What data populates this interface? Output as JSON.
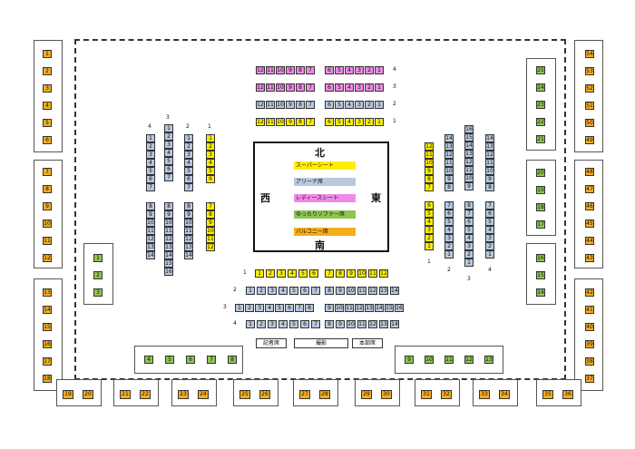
{
  "directions": {
    "north": "北",
    "south": "南",
    "west": "西",
    "east": "東"
  },
  "legend": [
    {
      "label": "スーパーシート",
      "color": "#ffee00"
    },
    {
      "label": "アリーナ席",
      "color": "#b7c9df"
    },
    {
      "label": "レディースシート",
      "color": "#ef8ae6"
    },
    {
      "label": "ゆったりソファー席",
      "color": "#8dc652"
    },
    {
      "label": "バルコニー席",
      "color": "#f5ad1c"
    }
  ],
  "labels": {
    "press": "記者席",
    "photo": "撮影",
    "hq": "本部席"
  },
  "row_numbers": {
    "north_right": [
      "4",
      "3",
      "2",
      "1"
    ],
    "west_top": [
      "4",
      "3",
      "2",
      "1"
    ],
    "east_bottom": [
      "1",
      "2",
      "3",
      "4"
    ],
    "south_left": [
      "1",
      "2",
      "3",
      "4"
    ]
  },
  "north_rows": {
    "left_numbers": [
      "12",
      "11",
      "10",
      "9",
      "8",
      "7"
    ],
    "right_numbers": [
      "6",
      "5",
      "4",
      "3",
      "2",
      "1"
    ]
  },
  "west_blocks": {
    "col4_top": [
      "1",
      "2",
      "3",
      "4",
      "5",
      "6",
      "7"
    ],
    "col4_bottom": [
      "8",
      "9",
      "10",
      "11",
      "12",
      "13",
      "14"
    ],
    "col3_top": [
      "1",
      "2",
      "3",
      "4",
      "5",
      "6",
      "7"
    ],
    "col3_bottom": [
      "8",
      "9",
      "10",
      "11",
      "12",
      "13",
      "14",
      "15",
      "16"
    ],
    "col2_top": [
      "1",
      "2",
      "3",
      "4",
      "5",
      "6",
      "7"
    ],
    "col2_bottom": [
      "8",
      "9",
      "10",
      "11",
      "12",
      "13",
      "14"
    ],
    "col1_top": [
      "1",
      "2",
      "3",
      "4",
      "5",
      "6"
    ],
    "col1_bottom": [
      "7",
      "8",
      "9",
      "10",
      "11",
      "12"
    ]
  },
  "east_blocks": {
    "col1_top": [
      "12",
      "11",
      "10",
      "9",
      "8",
      "7"
    ],
    "col1_bottom": [
      "6",
      "5",
      "4",
      "3",
      "2",
      "1"
    ],
    "col2_top": [
      "14",
      "13",
      "12",
      "11",
      "10",
      "9",
      "8"
    ],
    "col2_bottom": [
      "7",
      "6",
      "5",
      "4",
      "3",
      "2",
      "1"
    ],
    "col3_top": [
      "16",
      "15",
      "14",
      "13",
      "12",
      "11",
      "10",
      "9"
    ],
    "col3_bottom": [
      "8",
      "7",
      "6",
      "5",
      "4",
      "3",
      "2",
      "1"
    ],
    "col4_top": [
      "14",
      "13",
      "12",
      "11",
      "10",
      "9",
      "8"
    ],
    "col4_bottom": [
      "7",
      "6",
      "5",
      "4",
      "3",
      "2",
      "1"
    ]
  },
  "south_rows": {
    "row1_left": [
      "1",
      "2",
      "3",
      "4",
      "5",
      "6"
    ],
    "row1_right": [
      "7",
      "8",
      "9",
      "10",
      "11",
      "12"
    ],
    "row2_left": [
      "1",
      "2",
      "3",
      "4",
      "5",
      "6",
      "7"
    ],
    "row2_right": [
      "8",
      "9",
      "10",
      "11",
      "12",
      "13",
      "14"
    ],
    "row3_left": [
      "1",
      "2",
      "3",
      "4",
      "5",
      "6",
      "7",
      "8"
    ],
    "row3_right": [
      "9",
      "10",
      "11",
      "12",
      "13",
      "14",
      "15",
      "16"
    ],
    "row4_left": [
      "1",
      "2",
      "3",
      "4",
      "5",
      "6",
      "7"
    ],
    "row4_right": [
      "8",
      "9",
      "10",
      "11",
      "12",
      "13",
      "14"
    ]
  },
  "balcony": {
    "left_upper": [
      "1",
      "2",
      "3",
      "4",
      "5",
      "6"
    ],
    "left_middle": [
      "7",
      "8",
      "9",
      "10",
      "11",
      "12"
    ],
    "left_lower": [
      "13",
      "14",
      "15",
      "16",
      "17",
      "18"
    ],
    "bottom_pairs": [
      [
        "19",
        "20"
      ],
      [
        "21",
        "22"
      ],
      [
        "23",
        "24"
      ],
      [
        "25",
        "26"
      ],
      [
        "27",
        "28"
      ],
      [
        "29",
        "30"
      ],
      [
        "31",
        "32"
      ],
      [
        "33",
        "34"
      ],
      [
        "35",
        "36"
      ]
    ],
    "right_lower": [
      "42",
      "41",
      "40",
      "39",
      "38",
      "37"
    ],
    "right_middle": [
      "48",
      "47",
      "46",
      "45",
      "44",
      "43"
    ],
    "right_upper": [
      "54",
      "53",
      "52",
      "51",
      "50",
      "49"
    ]
  },
  "sofa": {
    "left_inner": [
      "1",
      "2",
      "3"
    ],
    "bottom_left": [
      "4",
      "5",
      "6",
      "7",
      "8"
    ],
    "bottom_right": [
      "9",
      "10",
      "11",
      "12",
      "13"
    ],
    "right_lower": [
      "16",
      "15",
      "14"
    ],
    "right_middle": [
      "20",
      "19",
      "18",
      "17"
    ],
    "right_upper": [
      "25",
      "24",
      "23",
      "22",
      "21"
    ]
  }
}
